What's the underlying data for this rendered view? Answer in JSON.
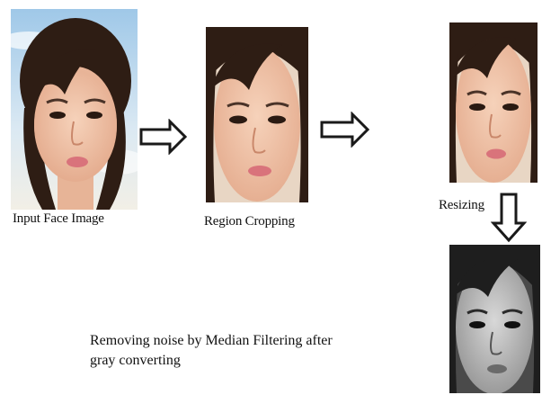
{
  "steps": {
    "input": {
      "label": "Input Face Image"
    },
    "crop": {
      "label": "Region Cropping"
    },
    "resize": {
      "label": "Resizing"
    },
    "filter": {
      "caption_line1": "Removing noise by Median Filtering after",
      "caption_line2": "gray converting"
    }
  },
  "icons": {
    "arrow_right_1": "arrow-right-icon",
    "arrow_right_2": "arrow-right-icon",
    "arrow_down": "arrow-down-icon"
  },
  "colors": {
    "background": "#ffffff",
    "arrow_stroke": "#1a1a1a",
    "sky": "#bcd9ee",
    "skin": "#eebfa2",
    "hair": "#2e1d14",
    "gray_face": "#bdbdbd",
    "gray_hair": "#1e1e1e"
  }
}
